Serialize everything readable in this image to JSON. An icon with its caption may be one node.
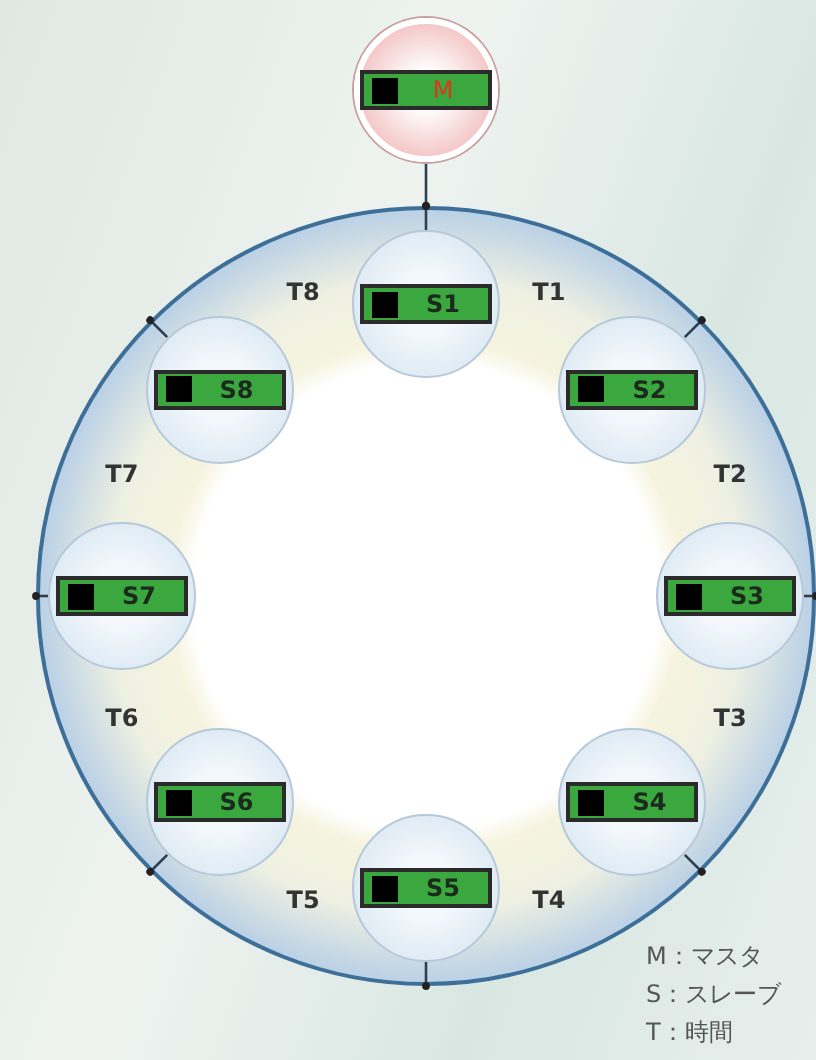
{
  "diagram": {
    "nodes": [
      {
        "text": [
          "M"
        ]
      },
      {
        "text": [],
        "shape": "circle"
      },
      {
        "text": [
          "S1"
        ],
        "in": 1
      },
      {
        "text": [
          "S2"
        ],
        "in": 1
      },
      {
        "text": [
          "S3"
        ],
        "in": 1
      },
      {
        "text": [
          "S4"
        ],
        "in": 1
      },
      {
        "text": [
          "S5"
        ],
        "in": 1
      },
      {
        "text": [
          "S6"
        ],
        "in": 1
      },
      {
        "text": [
          "S7"
        ],
        "in": 1
      },
      {
        "text": [
          "S8"
        ],
        "in": 1
      }
    ],
    "edges": [
      {
        "from": 0,
        "to": 1,
        "arrow": "other"
      },
      {
        "from": 2,
        "to": 1,
        "arrow": "other"
      },
      {
        "from": 3,
        "to": 1,
        "arrow": "other"
      },
      {
        "from": 4,
        "to": 1,
        "arrow": "other"
      },
      {
        "from": 5,
        "to": 1,
        "arrow": "other"
      },
      {
        "from": 6,
        "to": 1,
        "arrow": "other"
      },
      {
        "from": 7,
        "to": 1,
        "arrow": "other"
      },
      {
        "from": 8,
        "to": 1,
        "arrow": "other"
      },
      {
        "from": 9,
        "to": 1,
        "arrow": "other"
      }
    ],
    "labels": [
      "T8",
      "T1",
      "T7",
      "T2",
      "T6",
      "T3",
      "T5",
      "T4",
      "M：マスタ",
      "S：スレーブ",
      "T：時間"
    ]
  }
}
